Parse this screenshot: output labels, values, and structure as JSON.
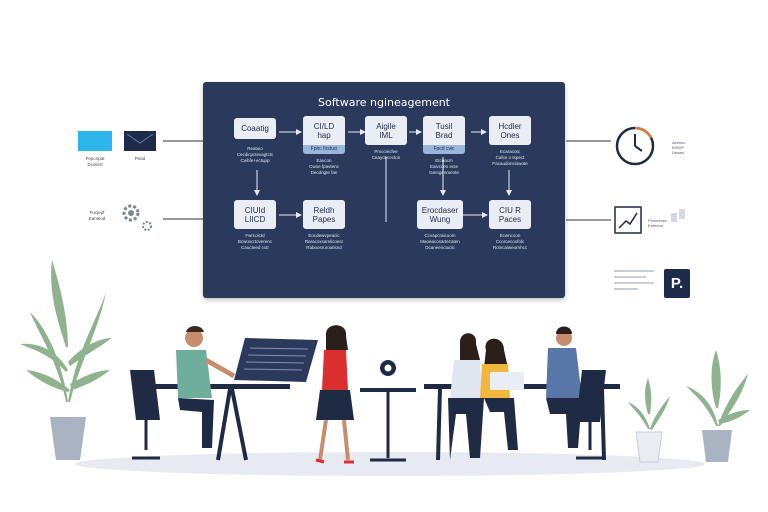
{
  "board": {
    "title": "Software ngineagement",
    "nodes": [
      {
        "label": "Coaatig",
        "bar": "",
        "desc": "Reatuio\nCecdicpctevagtctc\nCwbfe+ectupp"
      },
      {
        "label": "CI/LD\nhap",
        "bar": "Fphc ficduci",
        "desc": "Eaxcon\nCwoe fpavtenc\nDecdngte fan"
      },
      {
        "label": "Aigile\nIML",
        "bar": "",
        "desc": "Pmcciecfee\nCeaycbcecton"
      },
      {
        "label": "Tusil\nBrad",
        "bar": "Fpcd cvic",
        "desc": "Etcuacm\nEaivccen ecte\nGemgenmente"
      },
      {
        "label": "Hcdler\nOnes",
        "bar": "",
        "desc": "Ecaracotc\nCafce o tspect\nPacaudonsiowote"
      },
      {
        "label": "CIUId\nLIICD",
        "bar": "",
        "desc": "Fwrcoictd\nBcwoxcrtoverenc\nCaucteed cctr"
      },
      {
        "label": "Reldh\nPapes",
        "bar": "",
        "desc": "Eocdewvpeacic\nRaracoxsamlicoesr\nRaboosruroutisnd"
      },
      {
        "label": "Erocdaser\nWung",
        "bar": "",
        "desc": "Ccvapcraicoom\nMaoeacosartecaten\nDcaneenctuclc"
      },
      {
        "label": "CIU R\nPaces",
        "bar": "",
        "desc": "Ecwncoon\nCcorcecoofolc\nRctecaiweornhcc"
      }
    ]
  },
  "left_labels": {
    "card1": "Fepcnpat\nDcdectl",
    "card2": "Pnad",
    "gear": "Fucjepf\nEanteod"
  },
  "right_labels": {
    "clock": "Aeecec\nEtSDP\nDewee",
    "chart": "Pennrecec\nEefenod",
    "p_card": "P."
  },
  "colors": {
    "board": "#2b3a5c",
    "node": "#e9edf4",
    "node_bar": "#9ab6dc",
    "accent_blue": "#2bb5e8",
    "navy": "#1e2a4a",
    "plant": "#8fb38f",
    "floor": "#e7eaf0"
  }
}
